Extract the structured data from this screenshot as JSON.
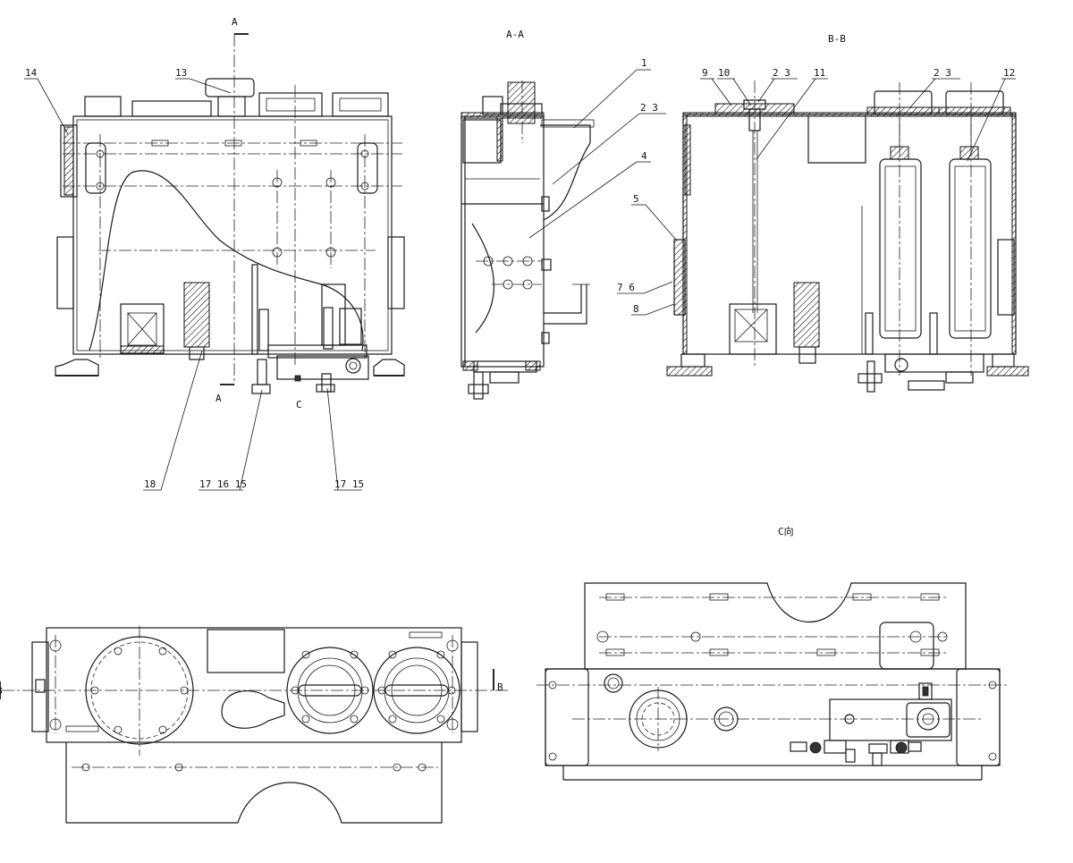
{
  "views": {
    "front": {
      "section_mark_top": "A",
      "section_mark_bottom": "A",
      "view_arrow": "C"
    },
    "section_aa": {
      "title": "A-A"
    },
    "section_bb": {
      "title": "B-B"
    },
    "view_c": {
      "title": "C向"
    },
    "top_view": {
      "cut_left": "B",
      "cut_right": "B"
    }
  },
  "callouts": {
    "front": [
      {
        "id": "c14",
        "label": "14"
      },
      {
        "id": "c13",
        "label": "13"
      },
      {
        "id": "c18",
        "label": "18"
      },
      {
        "id": "c171615",
        "label": "17 16 15"
      },
      {
        "id": "c1715",
        "label": "17 15"
      }
    ],
    "section_aa": [
      {
        "id": "c1",
        "label": "1"
      },
      {
        "id": "c23a",
        "label": "2 3"
      },
      {
        "id": "c4",
        "label": "4"
      },
      {
        "id": "c5",
        "label": "5"
      },
      {
        "id": "c76",
        "label": "7 6"
      },
      {
        "id": "c8",
        "label": "8"
      }
    ],
    "section_bb": [
      {
        "id": "c9",
        "label": "9"
      },
      {
        "id": "c10",
        "label": "10"
      },
      {
        "id": "c23b",
        "label": "2 3"
      },
      {
        "id": "c11",
        "label": "11"
      },
      {
        "id": "c23c",
        "label": "2 3"
      },
      {
        "id": "c12",
        "label": "12"
      }
    ]
  }
}
